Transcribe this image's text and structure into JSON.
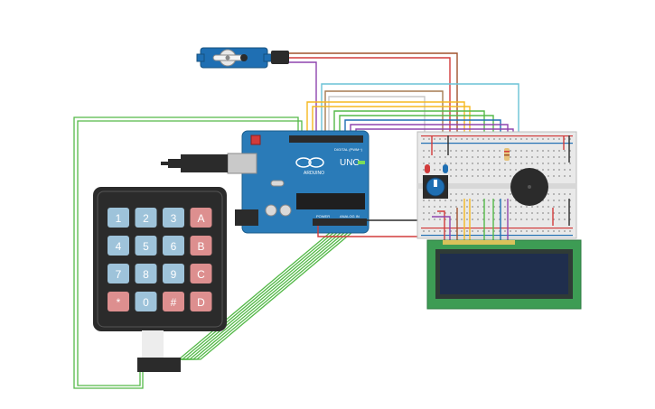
{
  "keypad": {
    "keys": [
      [
        "1",
        "2",
        "3",
        "A"
      ],
      [
        "4",
        "5",
        "6",
        "B"
      ],
      [
        "7",
        "8",
        "9",
        "C"
      ],
      [
        "*",
        "0",
        "#",
        "D"
      ]
    ]
  },
  "arduino": {
    "model": "UNO",
    "brand": "ARDUINO",
    "digital_label": "DIGITAL (PWM~)",
    "power_label": "POWER",
    "analog_label": "ANALOG IN"
  },
  "colors": {
    "board": "#2a7bb8",
    "breadboard": "#e9e9e9",
    "lcd_pcb": "#3d9c54",
    "lcd_screen": "#1f2e4d",
    "keypad_body": "#2b2b2b",
    "key_number": "#9ec3da",
    "key_letter": "#dd8f8f",
    "wire_green": "#54b948",
    "wire_red": "#d23b3b"
  }
}
